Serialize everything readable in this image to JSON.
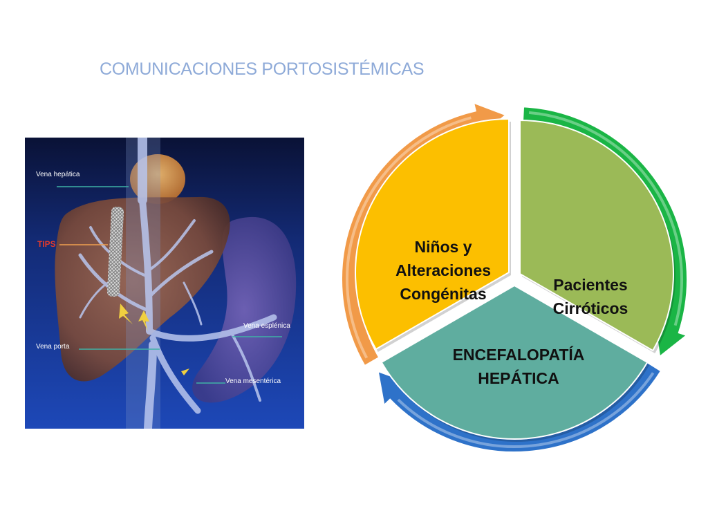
{
  "slide": {
    "title": "COMUNICACIONES PORTOSISTÉMICAS"
  },
  "anatomy": {
    "labels": {
      "hepatic_vein": "Vena hepática",
      "tips": "TIPS",
      "splenic_vein": "Vena esplénica",
      "portal_vein": "Vena porta",
      "mesenteric_vein": "Vena mesentérica"
    },
    "colors": {
      "background": "#142e86",
      "liver": "#7a4a3c",
      "veins": "#b9c6ee",
      "label_line": "#3fb2a6",
      "tips_label": "#e23b2b",
      "tips_line": "#f0a050",
      "arrows": "#f0d040"
    }
  },
  "cycle": {
    "segments": [
      {
        "id": "ninos",
        "lines": [
          "Niños y",
          "Alteraciones",
          "Congénitas"
        ],
        "fill": "#fcbf00",
        "arrow_color": "#f19a48"
      },
      {
        "id": "cirroticos",
        "lines": [
          "Pacientes",
          "Cirróticos"
        ],
        "fill": "#9bba57",
        "arrow_color": "#1ab545"
      },
      {
        "id": "encefalopatia",
        "lines": [
          "ENCEFALOPATÍA",
          "HEPÁTICA"
        ],
        "fill": "#5fad9f",
        "arrow_color": "#2e72c9"
      }
    ]
  }
}
